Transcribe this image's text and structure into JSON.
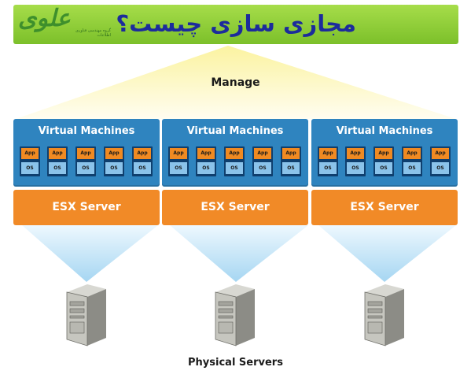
{
  "banner": {
    "title": "مجازی سازی چیست؟",
    "logo_text": "علوی",
    "logo_subtext": "گروه مهندسی فناوری اطلاعات"
  },
  "diagram": {
    "manage_label": "Manage",
    "physical_label": "Physical Servers",
    "groups": [
      {
        "vm_title": "Virtual Machines",
        "esx_label": "ESX Server",
        "vms": [
          {
            "app": "App",
            "os": "OS"
          },
          {
            "app": "App",
            "os": "OS"
          },
          {
            "app": "App",
            "os": "OS"
          },
          {
            "app": "App",
            "os": "OS"
          },
          {
            "app": "App",
            "os": "OS"
          }
        ]
      },
      {
        "vm_title": "Virtual Machines",
        "esx_label": "ESX Server",
        "vms": [
          {
            "app": "App",
            "os": "OS"
          },
          {
            "app": "App",
            "os": "OS"
          },
          {
            "app": "App",
            "os": "OS"
          },
          {
            "app": "App",
            "os": "OS"
          },
          {
            "app": "App",
            "os": "OS"
          }
        ]
      },
      {
        "vm_title": "Virtual Machines",
        "esx_label": "ESX Server",
        "vms": [
          {
            "app": "App",
            "os": "OS"
          },
          {
            "app": "App",
            "os": "OS"
          },
          {
            "app": "App",
            "os": "OS"
          },
          {
            "app": "App",
            "os": "OS"
          },
          {
            "app": "App",
            "os": "OS"
          }
        ]
      }
    ]
  },
  "colors": {
    "banner_green": "#8fd03a",
    "title_blue": "#1c2b9c",
    "vm_blue": "#2f84bf",
    "esx_orange": "#f18a27",
    "app_orange": "#f08a22",
    "os_lightblue": "#8bc3ea",
    "beam_yellow": "#fdf6b8",
    "beam_blue": "#a8d8f2"
  }
}
